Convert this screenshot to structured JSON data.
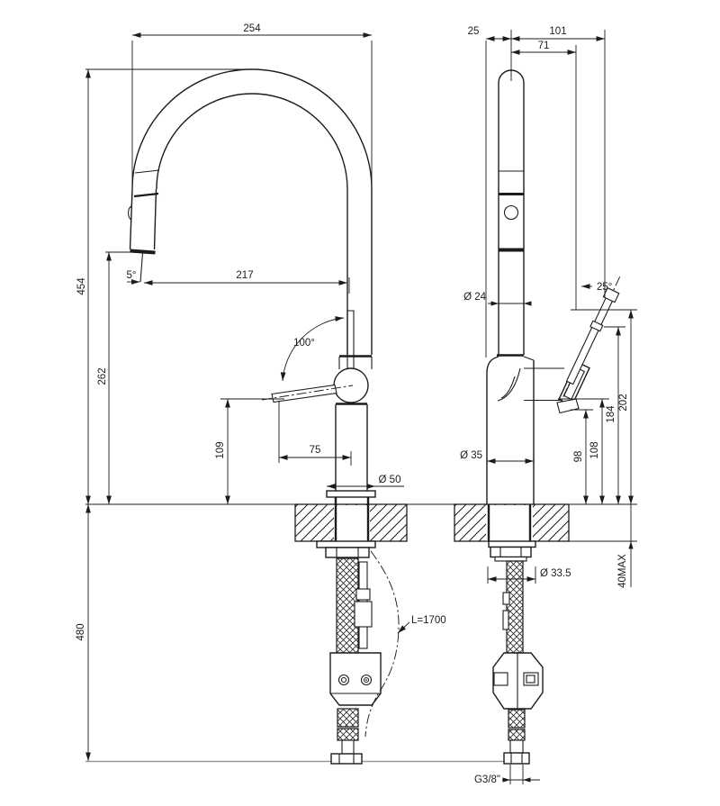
{
  "colors": {
    "ink": "#1c1c1c",
    "baseline_gray": "#9a9a9a"
  },
  "front_view": {
    "w254": "254",
    "h454": "454",
    "h262": "262",
    "a5": "5°",
    "w217": "217",
    "a100": "100°",
    "h109": "109",
    "w75": "75",
    "d50": "Ø 50",
    "h480": "480",
    "hose": "L=1700"
  },
  "side_view": {
    "w25": "25",
    "w101": "101",
    "w71": "71",
    "d24": "Ø 24",
    "a25": "25°",
    "h202": "202",
    "h184": "184",
    "h108": "108",
    "h98": "98",
    "d35": "Ø 35",
    "d335": "Ø 33.5",
    "hmax": "40MAX",
    "thread": "G3/8\""
  }
}
